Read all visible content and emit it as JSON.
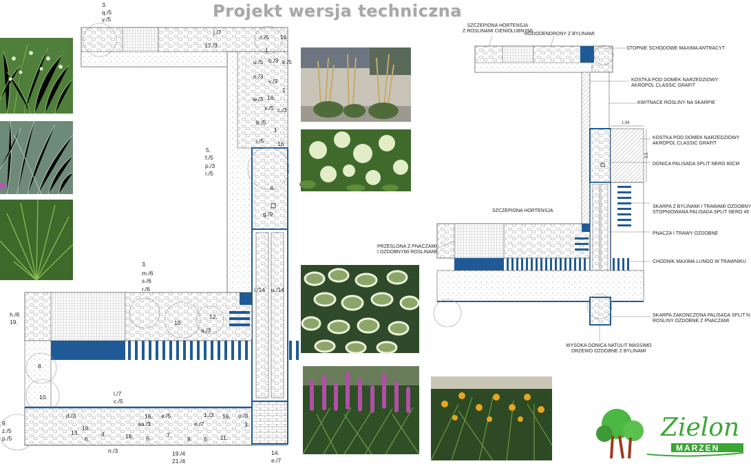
{
  "title": "Projekt wersja techniczna",
  "left_plan": {
    "labels": [
      {
        "key": "L1",
        "text": "3."
      },
      {
        "key": "L2",
        "text": "q./5"
      },
      {
        "key": "L3",
        "text": "y./5"
      },
      {
        "key": "L4",
        "text": "j./7"
      },
      {
        "key": "L5",
        "text": "17./3"
      },
      {
        "key": "L6",
        "text": "c./5"
      },
      {
        "key": "L7",
        "text": "16"
      },
      {
        "key": "L8",
        "text": "1"
      },
      {
        "key": "L9",
        "text": "u./5"
      },
      {
        "key": "L10",
        "text": "b./3"
      },
      {
        "key": "L11",
        "text": "k./5"
      },
      {
        "key": "L12",
        "text": "n./3"
      },
      {
        "key": "L13",
        "text": "v./3"
      },
      {
        "key": "L14",
        "text": "1"
      },
      {
        "key": "L15",
        "text": "w./3"
      },
      {
        "key": "L16",
        "text": "16."
      },
      {
        "key": "L17",
        "text": "x./5"
      },
      {
        "key": "L18",
        "text": "c./3"
      },
      {
        "key": "L19",
        "text": "b./5"
      },
      {
        "key": "L20",
        "text": "1"
      },
      {
        "key": "L21",
        "text": "i./5"
      },
      {
        "key": "L22",
        "text": "16"
      },
      {
        "key": "L23",
        "text": "5."
      },
      {
        "key": "L24",
        "text": "f./5"
      },
      {
        "key": "L25",
        "text": "p./3"
      },
      {
        "key": "L26",
        "text": "r./5"
      },
      {
        "key": "L27",
        "text": "4."
      },
      {
        "key": "L28",
        "text": "g./9"
      },
      {
        "key": "L29",
        "text": "3."
      },
      {
        "key": "L30",
        "text": "m./6"
      },
      {
        "key": "L31",
        "text": "s./6"
      },
      {
        "key": "L32",
        "text": "r./6"
      },
      {
        "key": "L33",
        "text": "i./14"
      },
      {
        "key": "L34",
        "text": "u./14"
      },
      {
        "key": "L35",
        "text": "h./6"
      },
      {
        "key": "L36",
        "text": "19."
      },
      {
        "key": "L37",
        "text": "10."
      },
      {
        "key": "L38",
        "text": "12."
      },
      {
        "key": "L39",
        "text": "a./3"
      },
      {
        "key": "L40",
        "text": "8."
      },
      {
        "key": "L41",
        "text": "10."
      },
      {
        "key": "L42",
        "text": "l./7"
      },
      {
        "key": "L43",
        "text": "c./5"
      },
      {
        "key": "L44",
        "text": "9."
      },
      {
        "key": "L45",
        "text": "z./5"
      },
      {
        "key": "L46",
        "text": "p./5"
      },
      {
        "key": "L47",
        "text": "d./3"
      },
      {
        "key": "L48",
        "text": "16."
      },
      {
        "key": "L49",
        "text": "13."
      },
      {
        "key": "L50",
        "text": "6."
      },
      {
        "key": "L51",
        "text": "4."
      },
      {
        "key": "L52",
        "text": "18."
      },
      {
        "key": "L53",
        "text": "16."
      },
      {
        "key": "L54",
        "text": "aa./3"
      },
      {
        "key": "L55",
        "text": "6."
      },
      {
        "key": "L56",
        "text": "a./5"
      },
      {
        "key": "L57",
        "text": "7."
      },
      {
        "key": "L58",
        "text": "8."
      },
      {
        "key": "L59",
        "text": "1./3"
      },
      {
        "key": "L60",
        "text": "e./7"
      },
      {
        "key": "L61",
        "text": "6."
      },
      {
        "key": "L62",
        "text": "16."
      },
      {
        "key": "L63",
        "text": "11."
      },
      {
        "key": "L64",
        "text": "o./3"
      },
      {
        "key": "L65",
        "text": "3."
      },
      {
        "key": "L66",
        "text": "n./3"
      },
      {
        "key": "L67",
        "text": "19./4"
      },
      {
        "key": "L68",
        "text": "21./4"
      },
      {
        "key": "L69",
        "text": "14."
      },
      {
        "key": "L70",
        "text": "e./7"
      }
    ]
  },
  "right_plan": {
    "dim_width": "1,94",
    "dim_height": "3,5",
    "annotations": {
      "a1": "SZCZEPIONA HORTENSJA\nZ ROSLINAMI CIENIOLUBNYMI",
      "a2": "RODODENDRONY Z BYLINAMI",
      "a3": "STOPNIE SCHODOWE MAXIMA ANTRACYT",
      "a4": "KOSTKA POD DOMEK NARZEDZIOWY\nAKROPOL CLASSIC GRAFIT",
      "a5": "KWITNACE ROSLINY NA SKARPIE",
      "a6": "KOSTKA POD DOMEK NARZEDZIOWY\nAKROPOL CLASSIC GRAFIT",
      "a7": "DONICA PALISADA SPLIT NERO 60CM",
      "a8": "SZCZEPIONA HORTENSJA",
      "a9": "SKARPA Z BYLINAMI I TRAWAMI OZDOBNY\nSTOPNIOWANA PALISADA SPLIT NERO 45",
      "a10": "PNACZA I TRAWY OZDOBNE",
      "a11": "PRZESLONA Z PNACZAMI\nI OZDOBNYMI ROSLINAMI",
      "a12": "CHODNIK MAXIMA LUNGO W TRAWNIKU",
      "a13": "SKARPA ZAKONCZONA PALISADA SPLIT N\nROSLINY OZDOBNE Z PNACZAMI",
      "a14": "WYSOKA DONICA NATULIT MASSIMO\nDRZEWO OZDOBNE Z BYLINAMI"
    }
  },
  "logo": {
    "text_top": "Zielon",
    "text_bottom": "MARZEN"
  },
  "colors": {
    "paving": "#1f5a96",
    "title": "#a8a8a8",
    "logo_green": "#3aa635"
  },
  "photos": [
    "ornamental-grass",
    "blue-grass",
    "pine-grass",
    "feather-reed-grass",
    "hydrangea",
    "euonymus",
    "liatris",
    "daylily"
  ]
}
